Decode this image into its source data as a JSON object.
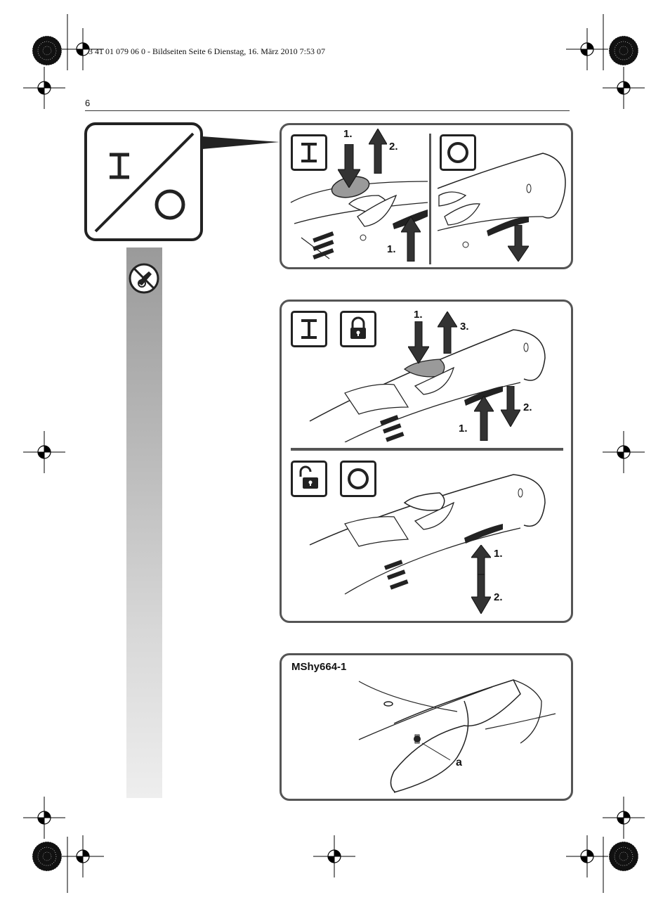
{
  "header": {
    "print_info": "3 41 01 079 06 0 - Bildseiten  Seite 6  Dienstag, 16. März 2010  7:53 07",
    "page_number": "6"
  },
  "icons": {
    "on_off_symbol": "on-off-switch-icon",
    "no_tool_change_symbol": "do-not-use-icon",
    "on_symbol": "I",
    "off_symbol": "O",
    "lock": "padlock-closed-icon",
    "unlock": "padlock-open-icon"
  },
  "panel_switch_on_off": {
    "steps_on": [
      "1.",
      "2.",
      "1."
    ]
  },
  "panel_lock": {
    "steps_lock": [
      "1.",
      "3.",
      "2.",
      "1."
    ],
    "steps_unlock": [
      "1.",
      "2."
    ]
  },
  "panel_model": {
    "model": "MShy664-1",
    "part_label": "a"
  },
  "colors": {
    "panel_border": "#555555",
    "switch_gray": "#9a9a9a",
    "sidebar_top": "#9a9a9a",
    "sidebar_bottom": "#eeeeee"
  }
}
